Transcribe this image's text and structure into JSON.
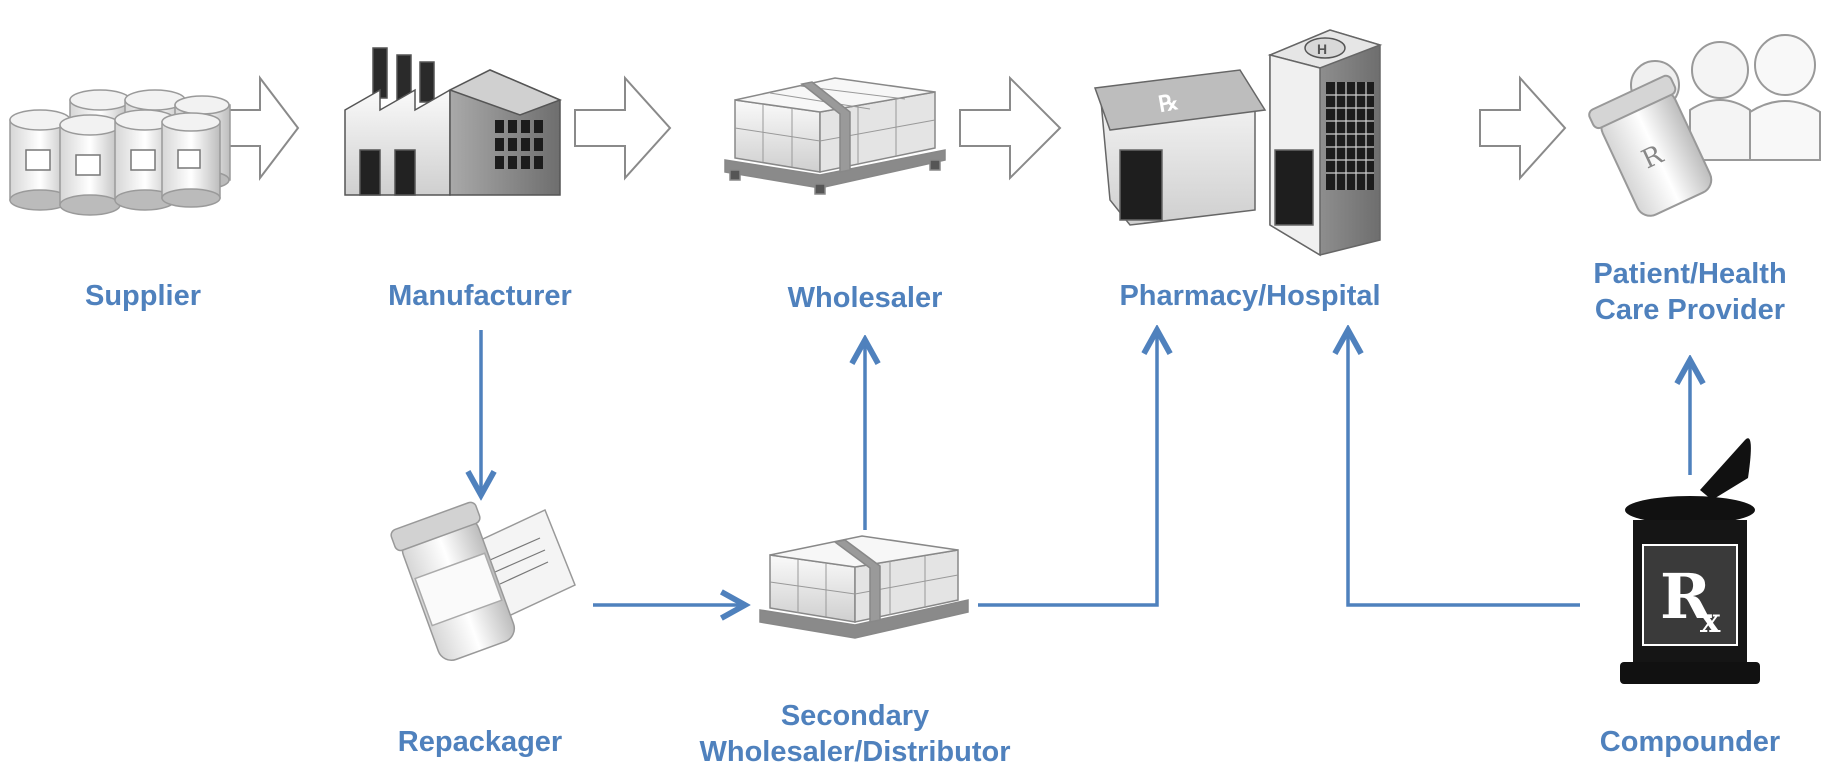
{
  "nodes": {
    "supplier": "Supplier",
    "manufacturer": "Manufacturer",
    "wholesaler": "Wholesaler",
    "pharmacy_hospital": "Pharmacy/Hospital",
    "patient_line1": "Patient/Health",
    "patient_line2": "Care Provider",
    "repackager": "Repackager",
    "secondary_line1": "Secondary",
    "secondary_line2": "Wholesaler/Distributor",
    "compounder": "Compounder",
    "rx_symbol": "R"
  },
  "colors": {
    "label": "#4f81bd",
    "connector": "#4f81bd",
    "icon_dark": "#1a1a1a",
    "icon_light": "#e8e8e8"
  }
}
